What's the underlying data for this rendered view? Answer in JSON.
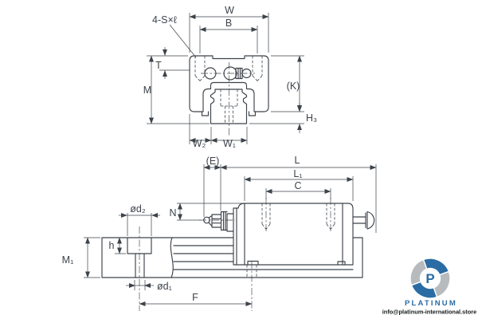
{
  "colors": {
    "line": "#3d434a",
    "background": "#ffffff",
    "logo_blue": "#2b6ca4",
    "logo_gray": "#b7bbbe",
    "email_text": "#15191c"
  },
  "front_view": {
    "labels": {
      "w": "W",
      "b": "B",
      "bolt_callout": "4-S×ℓ",
      "t": "T",
      "m": "M",
      "k": "(K)",
      "h3": "H₃",
      "w2": "W₂",
      "w1": "W₁"
    }
  },
  "side_view": {
    "labels": {
      "e": "(E)",
      "l": "L",
      "l1": "L₁",
      "c": "C",
      "n": "N",
      "m1": "M₁",
      "h": "h",
      "d2": "ød₂",
      "d1": "ød₁",
      "f": "F"
    }
  },
  "watermark": {
    "brand": "PLATINUM",
    "email": "info@platinum-international.store",
    "logo_letter": "P"
  }
}
